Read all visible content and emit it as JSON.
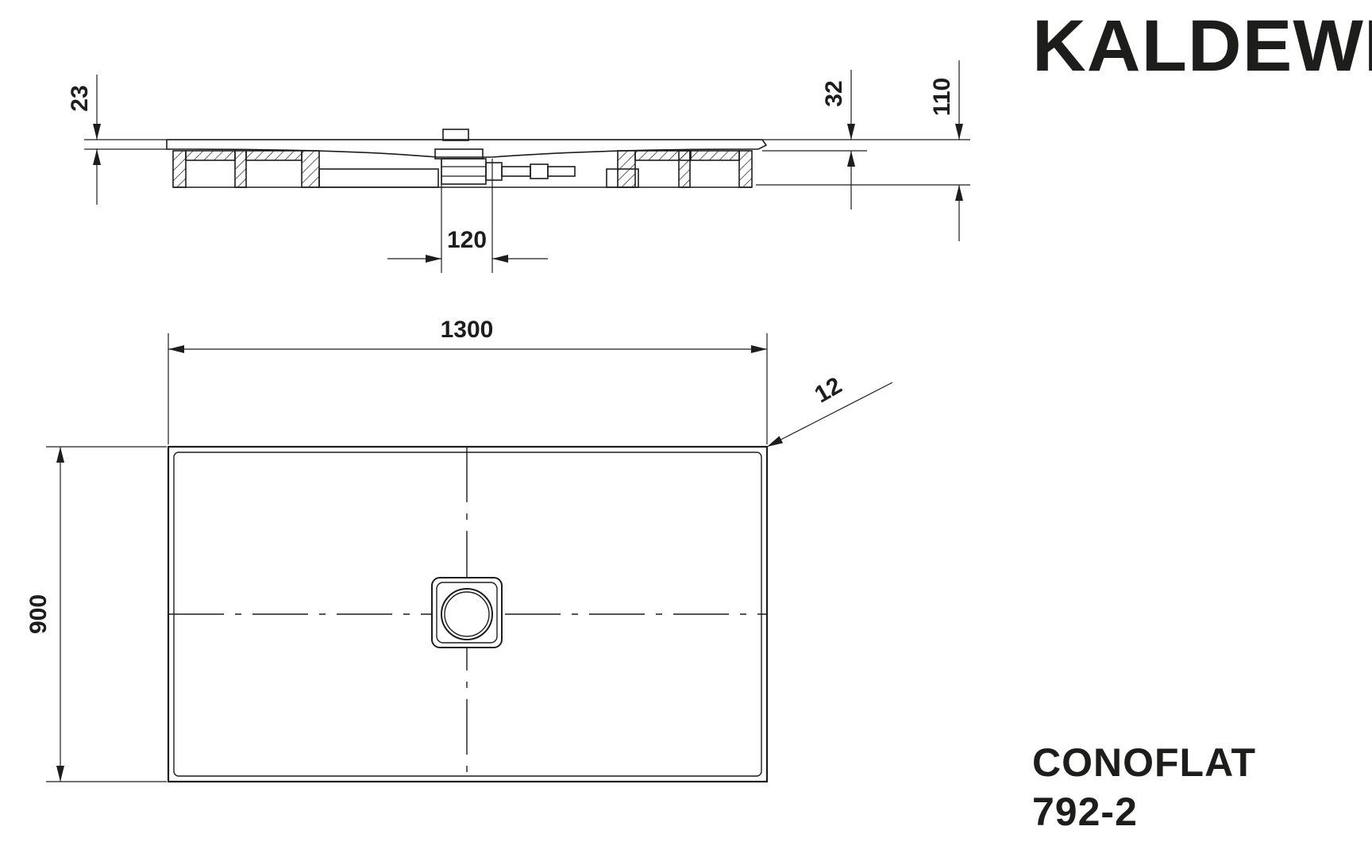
{
  "brand": {
    "name": "KALDEWEI"
  },
  "product": {
    "name": "CONOFLAT",
    "code": "792-2"
  },
  "dimensions": {
    "width": "1300",
    "depth": "900",
    "drain_width": "120",
    "corner_radius": "12",
    "rim_height": "23",
    "drain_depth": "32",
    "total_height": "110"
  },
  "colors": {
    "line": "#1d1d1b",
    "background": "#ffffff"
  }
}
